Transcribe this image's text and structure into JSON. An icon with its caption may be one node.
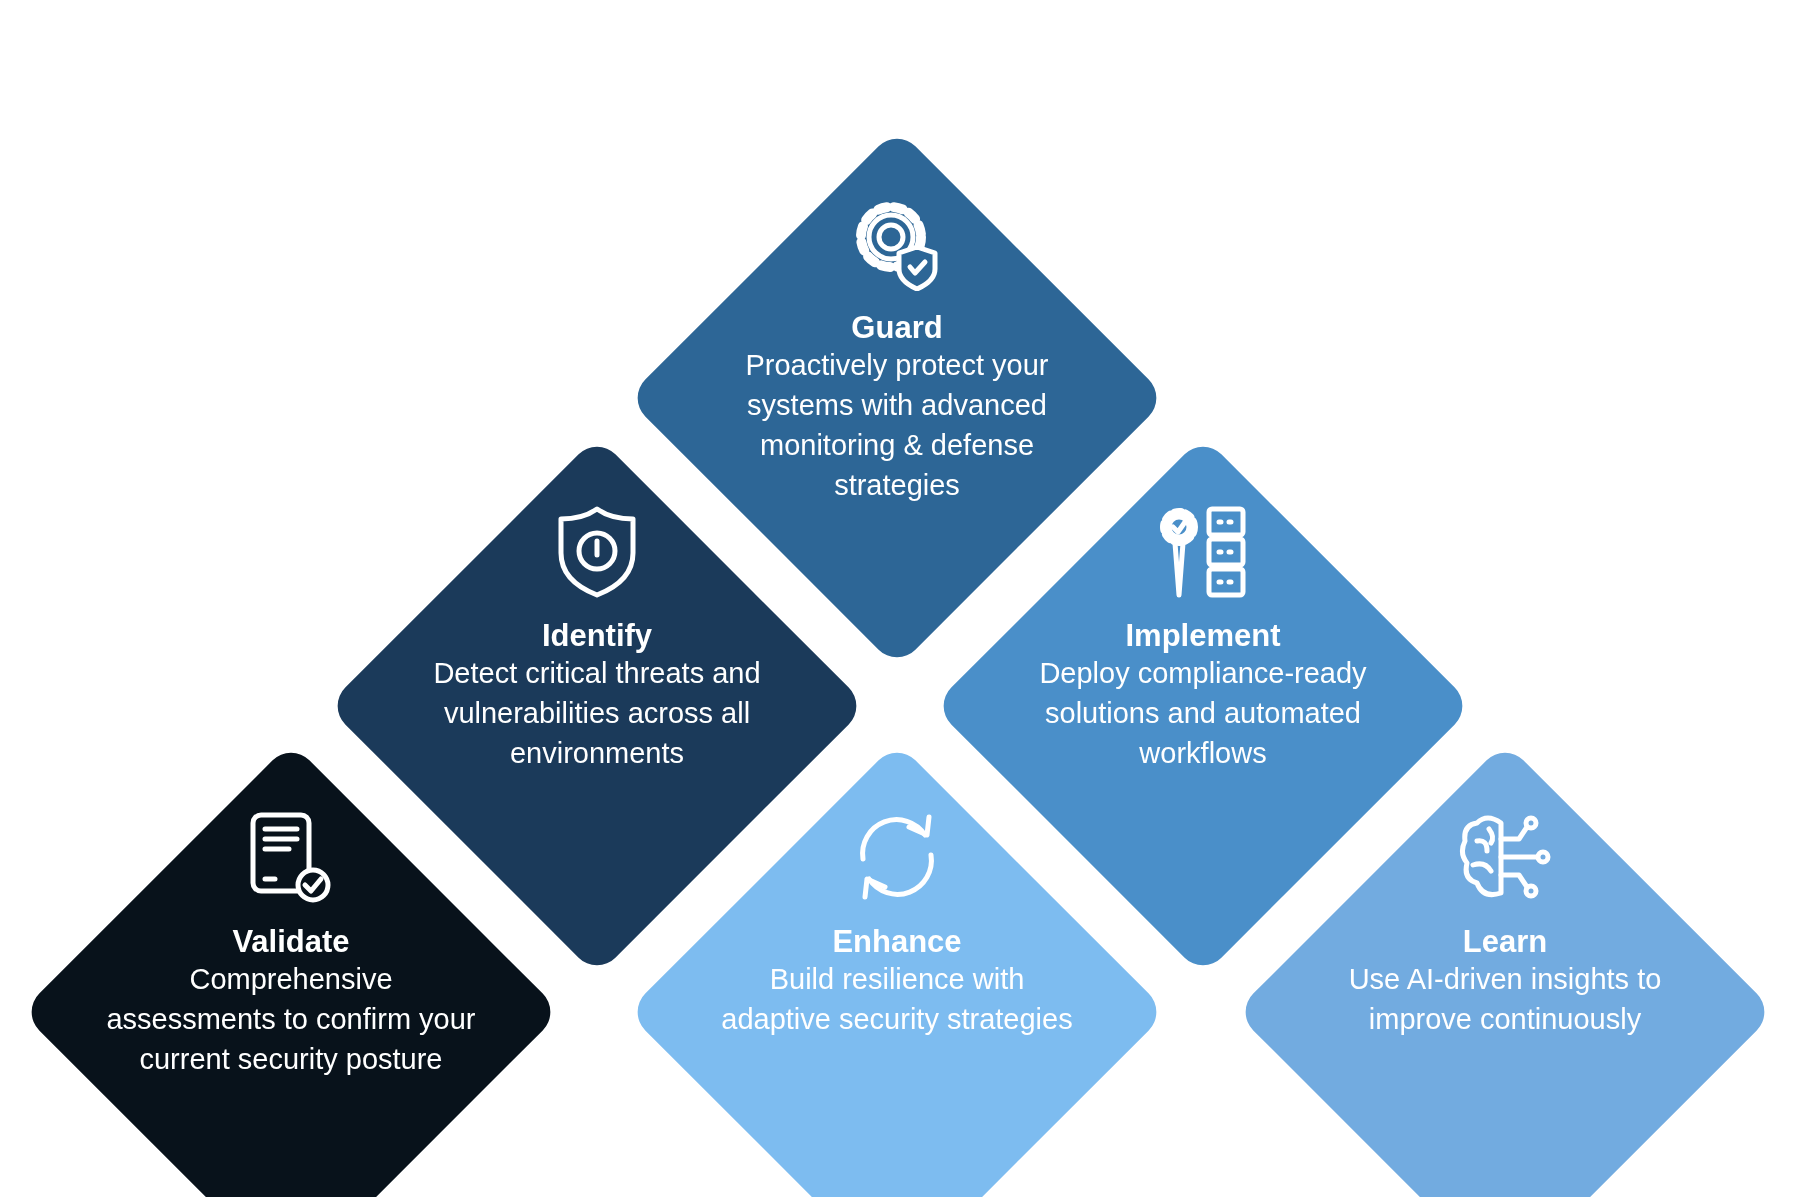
{
  "diagram": {
    "nodes": [
      {
        "text": [
          "Guard",
          "Proactively protect your systems with advanced monitoring & defense strategies"
        ]
      },
      {
        "text": [
          "Identify",
          "Detect critical threats and vulnerabilities across all environments"
        ]
      },
      {
        "text": [
          "Implement",
          "Deploy compliance-ready solutions and automated workflows"
        ]
      },
      {
        "text": [
          "Validate",
          "Comprehensive assessments to confirm your current security posture"
        ]
      },
      {
        "text": [
          "Enhance",
          "Build resilience with adaptive security strategies"
        ]
      },
      {
        "text": [
          "Learn",
          "Use AI-driven insights to improve continuously"
        ]
      }
    ]
  }
}
